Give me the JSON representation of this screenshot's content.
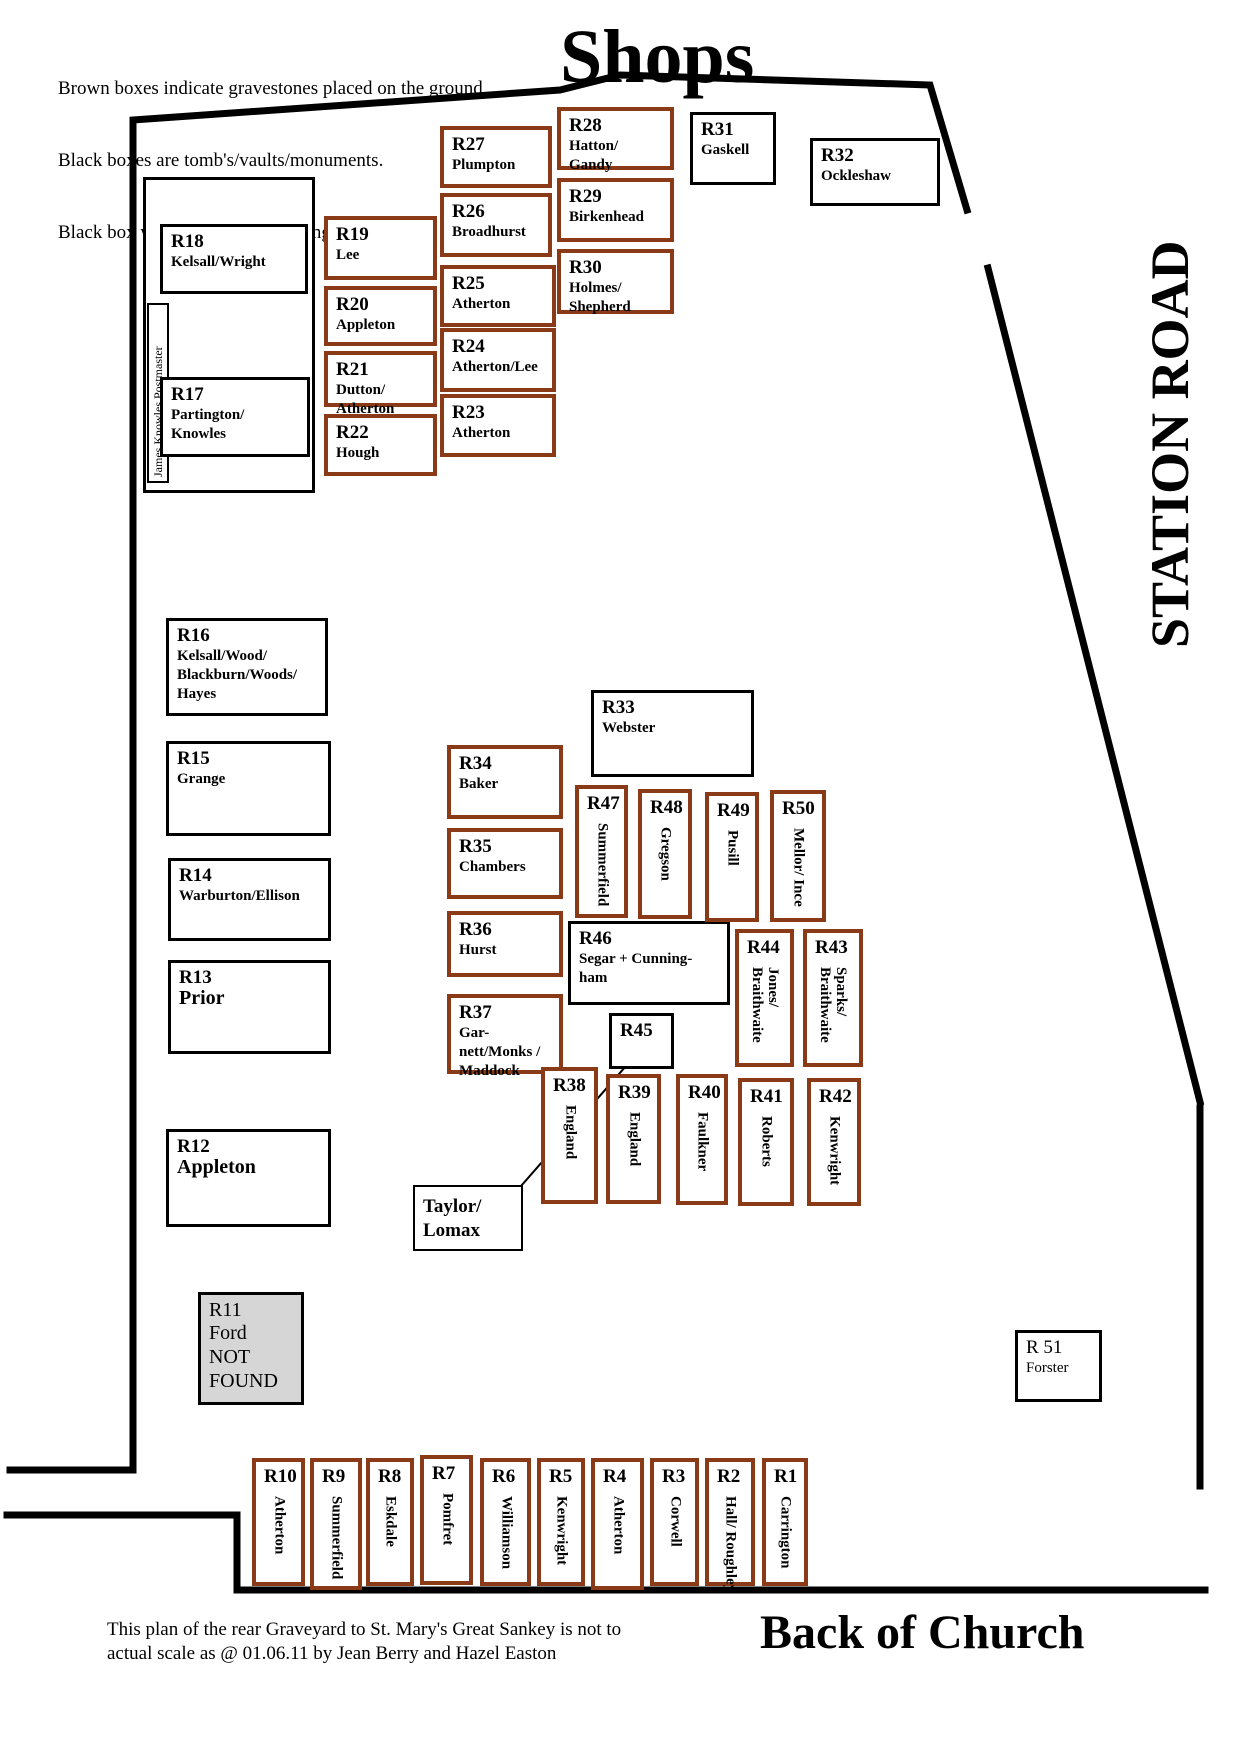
{
  "legend": {
    "line1": "Brown boxes indicate gravestones placed on the ground",
    "line2": "Black boxes are tomb's/vaults/monuments.",
    "line3": "Black box with grey infill—no longer visable"
  },
  "labels": {
    "shops": "Shops",
    "station_road": "STATION ROAD",
    "back_of_church": "Back of Church",
    "postmaster": "James Knowles Postmaster",
    "footnote": "This plan of the rear Graveyard to St. Mary's Great Sankey is not to actual scale as @ 01.06.11 by Jean Berry and Hazel Easton"
  },
  "colors": {
    "ground_stone": "#8b3a17",
    "monument": "#000000",
    "not_visible": "#d6d6d6"
  },
  "plots": [
    {
      "id": "R1",
      "name": "Carrington",
      "type": "ground"
    },
    {
      "id": "R2",
      "name": "Hall/ Roughley",
      "type": "ground"
    },
    {
      "id": "R3",
      "name": "Corwell",
      "type": "ground"
    },
    {
      "id": "R4",
      "name": "Atherton",
      "type": "ground"
    },
    {
      "id": "R5",
      "name": "Kenwright",
      "type": "ground"
    },
    {
      "id": "R6",
      "name": "Williamson",
      "type": "ground"
    },
    {
      "id": "R7",
      "name": "Pomfret",
      "type": "ground"
    },
    {
      "id": "R8",
      "name": "Eskdale",
      "type": "ground"
    },
    {
      "id": "R9",
      "name": "Summerfield",
      "type": "ground"
    },
    {
      "id": "R10",
      "name": "Atherton",
      "type": "ground"
    },
    {
      "id": "R11",
      "name": "Ford\nNOT\nFOUND",
      "type": "not_visible"
    },
    {
      "id": "R12",
      "name": "Appleton",
      "type": "monument"
    },
    {
      "id": "R13",
      "name": "Prior",
      "type": "monument"
    },
    {
      "id": "R14",
      "name": "Warburton/Ellison",
      "type": "monument"
    },
    {
      "id": "R15",
      "name": "Grange",
      "type": "monument"
    },
    {
      "id": "R16",
      "name": "Kelsall/Wood/\nBlackburn/Woods/\nHayes",
      "type": "monument"
    },
    {
      "id": "R17",
      "name": "Partington/\nKnowles",
      "type": "monument"
    },
    {
      "id": "R18",
      "name": "Kelsall/Wright",
      "type": "monument"
    },
    {
      "id": "R19",
      "name": "Lee",
      "type": "ground"
    },
    {
      "id": "R20",
      "name": "Appleton",
      "type": "ground"
    },
    {
      "id": "R21",
      "name": "Dutton/\nAtherton",
      "type": "ground"
    },
    {
      "id": "R22",
      "name": "Hough",
      "type": "ground"
    },
    {
      "id": "R23",
      "name": "Atherton",
      "type": "ground"
    },
    {
      "id": "R24",
      "name": "Atherton/Lee",
      "type": "ground"
    },
    {
      "id": "R25",
      "name": "Atherton",
      "type": "ground"
    },
    {
      "id": "R26",
      "name": "Broadhurst",
      "type": "ground"
    },
    {
      "id": "R27",
      "name": "Plumpton",
      "type": "ground"
    },
    {
      "id": "R28",
      "name": "Hatton/\nGandy",
      "type": "ground"
    },
    {
      "id": "R29",
      "name": "Birkenhead",
      "type": "ground"
    },
    {
      "id": "R30",
      "name": "Holmes/\nShepherd",
      "type": "ground"
    },
    {
      "id": "R31",
      "name": "Gaskell",
      "type": "monument"
    },
    {
      "id": "R32",
      "name": "Ockleshaw",
      "type": "monument"
    },
    {
      "id": "R33",
      "name": "Webster",
      "type": "monument"
    },
    {
      "id": "R34",
      "name": "Baker",
      "type": "ground"
    },
    {
      "id": "R35",
      "name": "Chambers",
      "type": "ground"
    },
    {
      "id": "R36",
      "name": "Hurst",
      "type": "ground"
    },
    {
      "id": "R37",
      "name": "Gar-\nnett/Monks /\nMaddock",
      "type": "ground"
    },
    {
      "id": "R38",
      "name": "England",
      "type": "ground"
    },
    {
      "id": "R39",
      "name": "England",
      "type": "ground"
    },
    {
      "id": "R40",
      "name": "Faulkner",
      "type": "ground"
    },
    {
      "id": "R41",
      "name": "Roberts",
      "type": "ground"
    },
    {
      "id": "R42",
      "name": "Kenwright",
      "type": "ground"
    },
    {
      "id": "R43",
      "name": "Sparks/\nBraithwaite",
      "type": "ground"
    },
    {
      "id": "R44",
      "name": "Jones/\nBraithwaite",
      "type": "ground"
    },
    {
      "id": "R45",
      "name": "",
      "type": "monument"
    },
    {
      "id": "R46",
      "name": "Segar + Cunning-\nham",
      "type": "monument"
    },
    {
      "id": "R47",
      "name": "Summerfield",
      "type": "ground"
    },
    {
      "id": "R48",
      "name": "Gregson",
      "type": "ground"
    },
    {
      "id": "R49",
      "name": "Pusill",
      "type": "ground"
    },
    {
      "id": "R50",
      "name": "Mellor/ Ince",
      "type": "ground"
    },
    {
      "id": "R 51",
      "name": "Forster",
      "type": "monument"
    }
  ],
  "extra": {
    "taylor_lomax": "Taylor/\nLomax"
  }
}
